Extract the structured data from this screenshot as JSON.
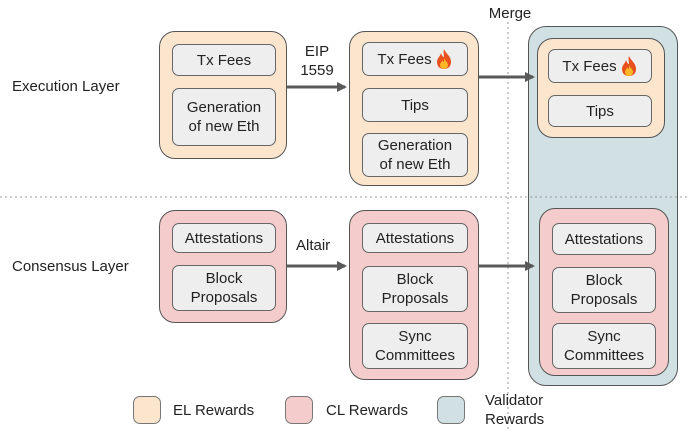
{
  "layers": {
    "execution": "Execution Layer",
    "consensus": "Consensus Layer"
  },
  "transitions": {
    "eip": "EIP\n1559",
    "altair": "Altair",
    "merge": "Merge"
  },
  "el_col1": {
    "tx_fees": "Tx Fees",
    "new_eth": "Generation\nof new Eth"
  },
  "el_col2": {
    "tx_fees": "Tx Fees",
    "tips": "Tips",
    "new_eth": "Generation\nof new Eth"
  },
  "el_col3": {
    "tx_fees": "Tx Fees",
    "tips": "Tips"
  },
  "cl_col1": {
    "attestations": "Attestations",
    "block_proposals": "Block\nProposals"
  },
  "cl_col2": {
    "attestations": "Attestations",
    "block_proposals": "Block\nProposals",
    "sync_committees": "Sync\nCommittees"
  },
  "cl_col3": {
    "attestations": "Attestations",
    "block_proposals": "Block\nProposals",
    "sync_committees": "Sync\nCommittees"
  },
  "legend": {
    "el": "EL Rewards",
    "cl": "CL Rewards",
    "validator": "Validator\nRewards"
  },
  "colors": {
    "el": "#fce5cd",
    "cl": "#f4cccc",
    "validator": "#d0e0e3",
    "item": "#eeeeee",
    "arrow": "#595959"
  },
  "icons": {
    "burn": "fire-icon"
  }
}
